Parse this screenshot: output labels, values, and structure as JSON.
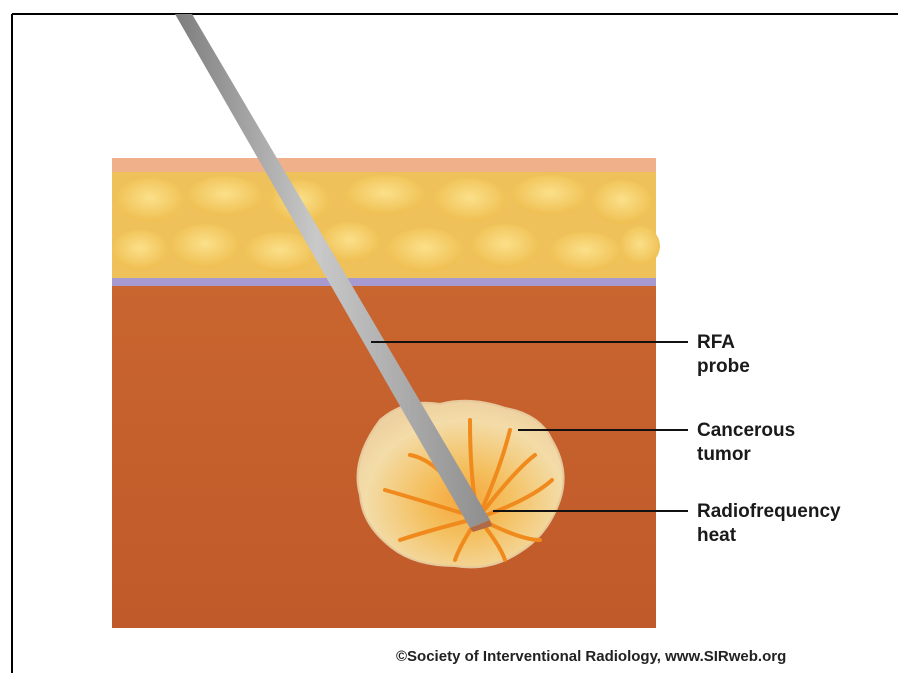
{
  "labels": {
    "probe": [
      "RFA",
      "probe"
    ],
    "tumor": [
      "Cancerous",
      "tumor"
    ],
    "heat": [
      "Radiofrequency",
      "heat"
    ]
  },
  "credit": "©Society of Interventional Radiology, www.SIRweb.org",
  "colors": {
    "skin": "#f0b08a",
    "fat": "#f2cc68",
    "fascia": "#9b8fc8",
    "muscle": "#c4602e",
    "tumor": "#f3d79e",
    "heat": "#f08a1c",
    "probe": "#a8a8a8",
    "leader": "#111111"
  }
}
